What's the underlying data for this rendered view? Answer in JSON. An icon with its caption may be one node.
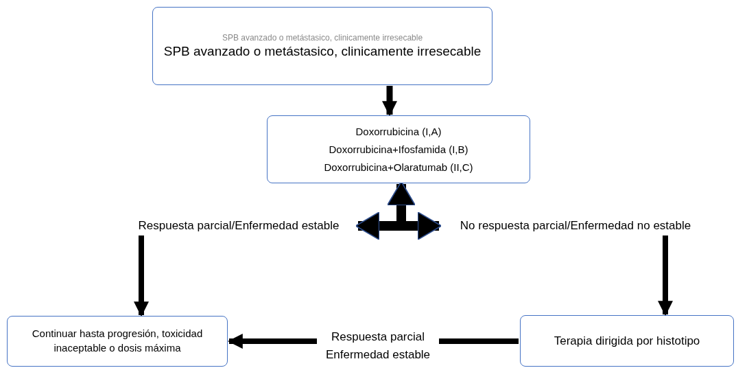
{
  "diagram": {
    "nodes": [
      {
        "text": [
          "SPB avanzado o metástasico, clinicamente irresecable",
          "SPB avanzado o metástasico, clinicamente irresecable"
        ]
      },
      {
        "text": [
          "Doxorrubicina (I,A)",
          "Doxorrubicina+Ifosfamida (I,B)",
          "Doxorrubicina+Olaratumab (II,C)"
        ]
      },
      {
        "text": [
          "Respuesta parcial/Enfermedad estable"
        ]
      },
      {
        "text": [
          "No respuesta parcial/Enfermedad no estable"
        ]
      },
      {
        "text": [
          "Continuar hasta progresión, toxicidad inaceptable o dosis máxima"
        ]
      },
      {
        "text": [
          "Terapia dirigida por histotipo"
        ]
      }
    ],
    "edges": [
      {
        "from": 0,
        "to": 1,
        "arrow": "to"
      },
      {
        "from": 1,
        "to": 2,
        "arrow": "both"
      },
      {
        "from": 1,
        "to": 3,
        "arrow": "both"
      },
      {
        "from": 2,
        "to": 4,
        "arrow": "to"
      },
      {
        "from": 3,
        "to": 5,
        "arrow": "to"
      },
      {
        "from": 5,
        "to": 4,
        "arrow": "to",
        "label": "Respuesta parcial Enfermedad estable"
      }
    ]
  }
}
